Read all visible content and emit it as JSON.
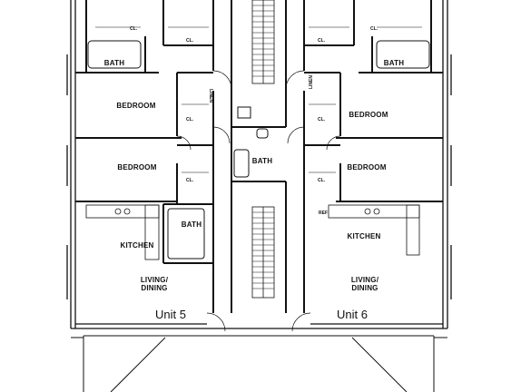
{
  "rooms": {
    "bath_top_left": "BATH",
    "bath_top_right": "BATH",
    "bath_center": "BATH",
    "bath_left_mid": "BATH",
    "bedroom_left_upper": "BEDROOM",
    "bedroom_left_lower": "BEDROOM",
    "bedroom_right_upper": "BEDROOM",
    "bedroom_right_lower": "BEDROOM",
    "kitchen_left": "KITCHEN",
    "kitchen_right": "KITCHEN",
    "living_left_1": "LIVING/",
    "living_left_2": "DINING",
    "living_right_1": "LIVING/",
    "living_right_2": "DINING"
  },
  "closets": {
    "cl": "CL.",
    "linen": "LINEN",
    "ref": "REF"
  },
  "units": {
    "left": "Unit 5",
    "right": "Unit 6"
  }
}
